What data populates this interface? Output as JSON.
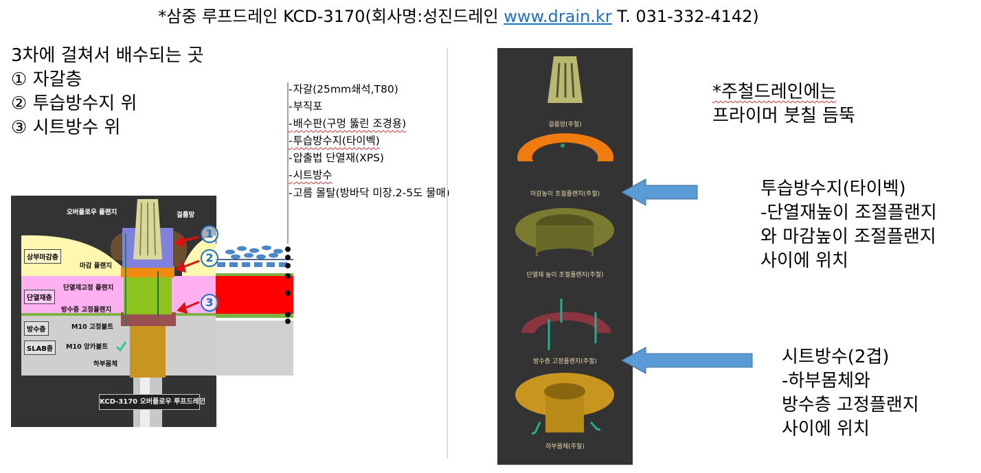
{
  "title": {
    "prefix": "*삼중 루프드레인 KCD-3170(회사명:성진드레인 ",
    "link": "www.drain.kr",
    "suffix": " T. 031-332-4142)"
  },
  "left_text": {
    "heading": "3차에 걸쳐서 배수되는 곳",
    "items": [
      "①  자갈층",
      "②  투습방수지 위",
      "③  시트방수 위"
    ]
  },
  "layers": [
    "자갈(25mm쇄석,T80)",
    "부직포",
    "배수판(구멍 뚫린 조경용)",
    "투습방수지(타이벡)",
    "압출법 단열재(XPS)",
    "시트방수",
    "고름 몰탈(방바닥 미장.2-5도 물매)"
  ],
  "diagram": {
    "labels": {
      "overflow_flange": "오버플로우 플랜지",
      "strainer": "걸름망",
      "finish_flange": "마감 플랜지",
      "insulation_flange": "단열재고정 플랜지",
      "waterproof_flange": "방수층 고정플랜지",
      "m10_fix_bolt": "M10 고정볼트",
      "m10_anchor_bolt": "M10 앙카볼트",
      "lower_body": "하부몸체"
    },
    "zones": {
      "top_finish": "상부마감층",
      "insulation": "단열재층",
      "waterproof": "방수층",
      "slab": "SLAB층"
    },
    "markers": [
      "1",
      "2",
      "3"
    ],
    "caption": "KCD-3170 오버플로우 루프드레인"
  },
  "parts": [
    "걸름망(주철)",
    "마감높이 조절플랜지(주철)",
    "단열재 높이 조절플랜지(주철)",
    "방수층 고정플랜지(주철)",
    "하부몸체(주철)"
  ],
  "notes": {
    "cast_iron": [
      "*주철드레인에는",
      "프라이머 붓칠 듬뚝"
    ],
    "tyvek": [
      "투습방수지(타이벡)",
      "-단열재높이 조절플랜지",
      "와 마감높이 조절플랜지",
      "사이에 위치"
    ],
    "sheet": [
      "시트방수(2겹)",
      "-하부몸체와",
      "방수층 고정플랜지",
      "사이에 위치"
    ]
  },
  "colors": {
    "link": "#1f6fc5",
    "arrow": "#5b9bd5",
    "panel": "#333333"
  }
}
